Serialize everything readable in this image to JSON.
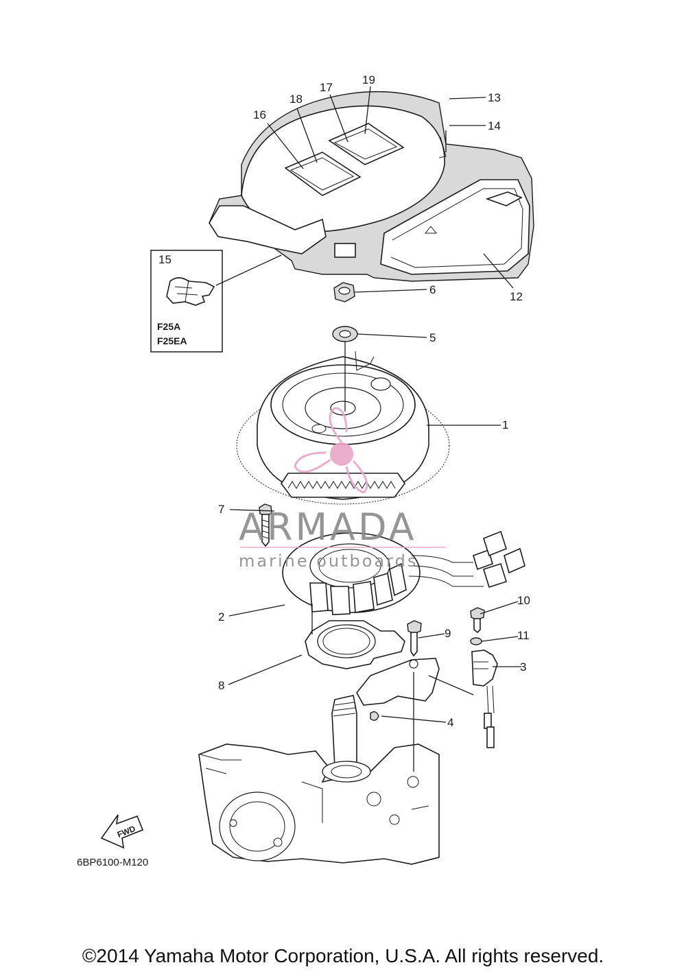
{
  "diagram": {
    "callouts": [
      "1",
      "2",
      "3",
      "4",
      "5",
      "6",
      "7",
      "8",
      "9",
      "10",
      "11",
      "12",
      "13",
      "14",
      "15",
      "16",
      "17",
      "18",
      "19"
    ],
    "inset": {
      "models": [
        "F25A",
        "F25EA"
      ]
    },
    "fwd_label": "FWD",
    "diagram_code": "6BP6100-M120"
  },
  "watermark": {
    "brand": "ARMADA",
    "tagline": "marine outboards",
    "colors": {
      "text": "#8a8a8a",
      "logo": "#e6a6c7",
      "rule": "#e6a6c7"
    }
  },
  "footer": {
    "copyright": "©2014 Yamaha Motor Corporation, U.S.A. All rights reserved."
  }
}
